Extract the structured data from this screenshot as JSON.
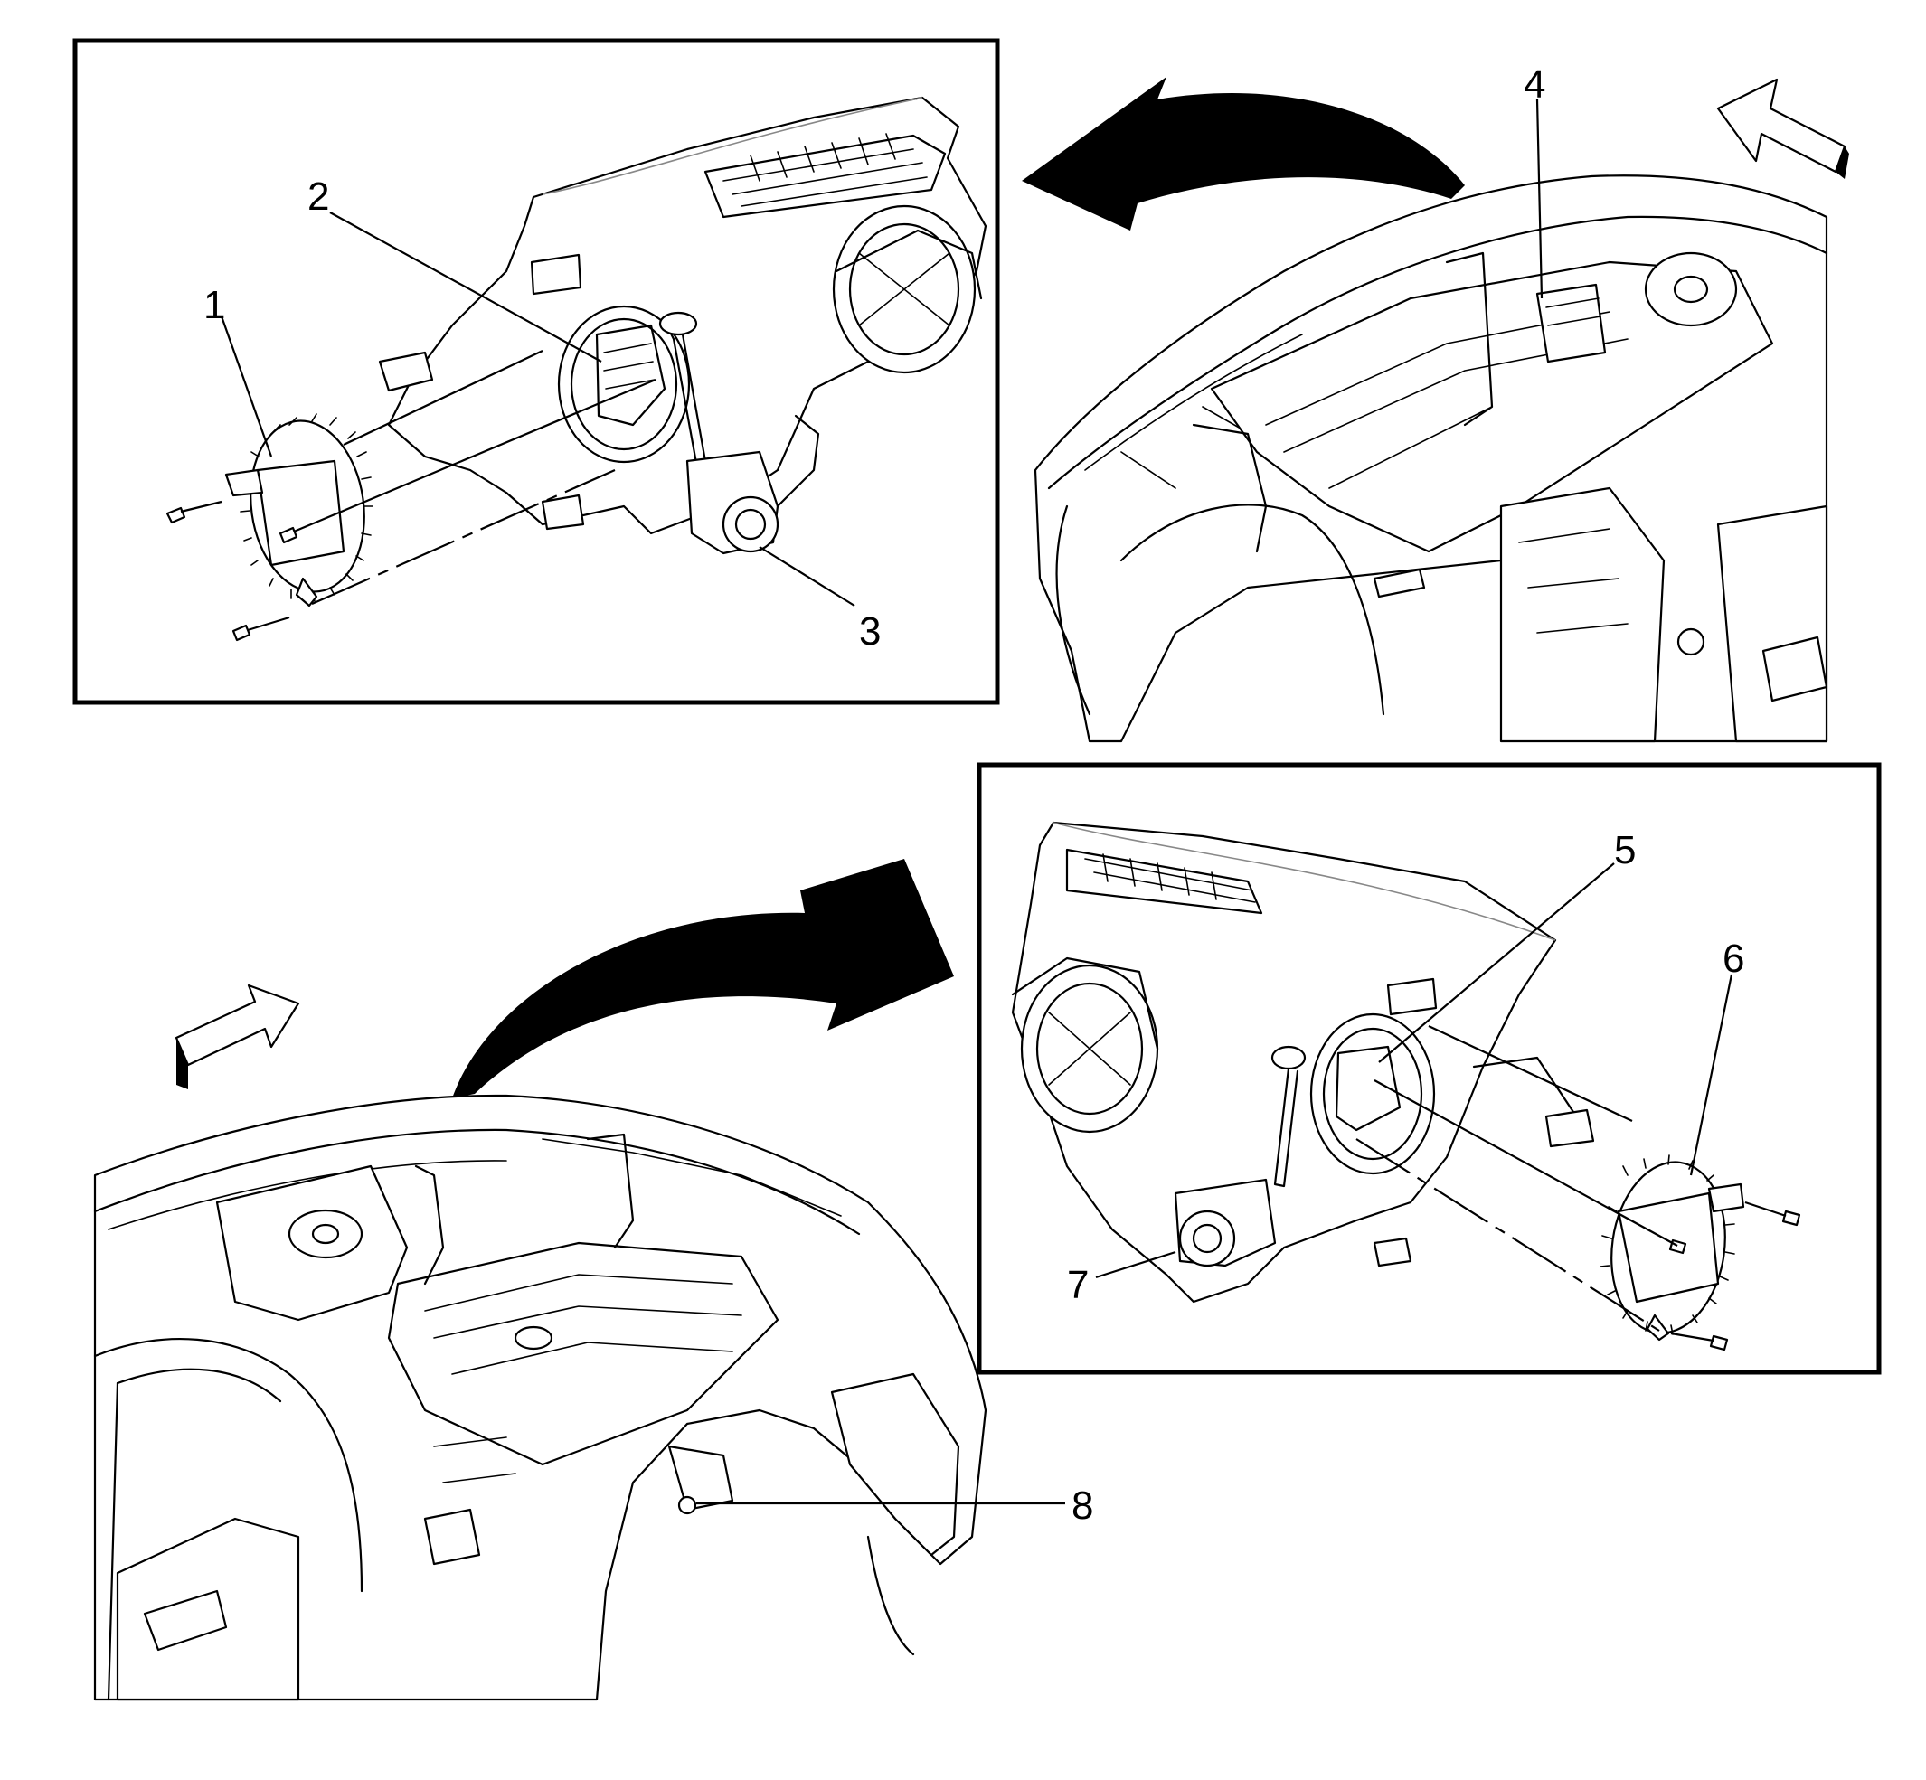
{
  "callouts": [
    {
      "id": "1",
      "label": "1"
    },
    {
      "id": "2",
      "label": "2"
    },
    {
      "id": "3",
      "label": "3"
    },
    {
      "id": "4",
      "label": "4"
    },
    {
      "id": "5",
      "label": "5"
    },
    {
      "id": "6",
      "label": "6"
    },
    {
      "id": "7",
      "label": "7"
    },
    {
      "id": "8",
      "label": "8"
    }
  ],
  "icons": {
    "curved_arrow": "curved-arrow-icon",
    "direction_arrow": "direction-arrow-icon"
  },
  "colors": {
    "line": "#000000",
    "background": "#ffffff"
  }
}
